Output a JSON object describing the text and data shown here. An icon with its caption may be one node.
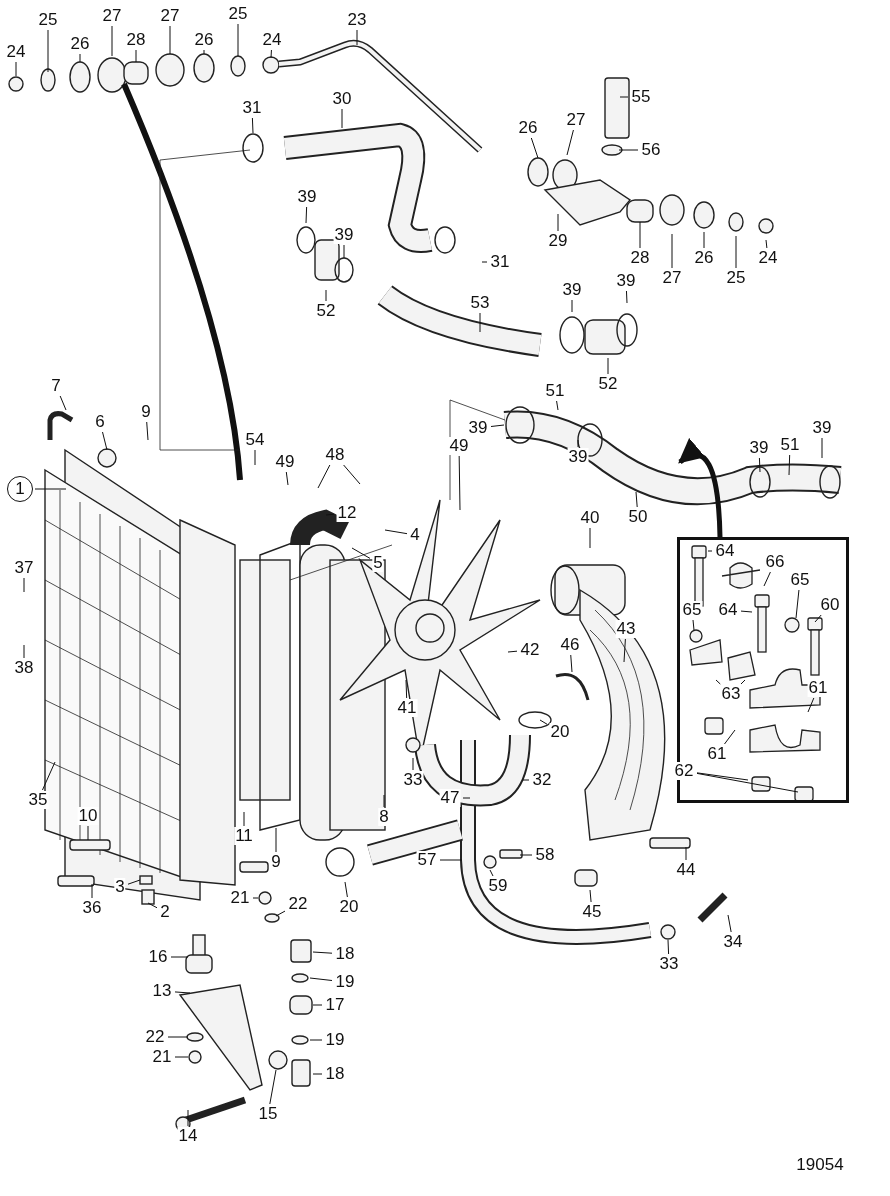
{
  "diagram": {
    "nodes": [
      {
        "text": [],
        "shape": "box"
      },
      {
        "text": [
          "25"
        ]
      },
      {
        "text": [
          "27"
        ]
      },
      {
        "text": [
          "24"
        ]
      },
      {
        "text": [
          "26"
        ]
      },
      {
        "text": [
          "28"
        ]
      },
      {
        "text": [
          "27"
        ]
      },
      {
        "text": [
          "25"
        ]
      },
      {
        "text": [
          "26"
        ]
      },
      {
        "text": [
          "24"
        ]
      },
      {
        "text": [
          "23"
        ]
      },
      {
        "text": [
          "55"
        ]
      },
      {
        "text": [
          "31"
        ]
      },
      {
        "text": [
          "30"
        ]
      },
      {
        "text": [
          "26"
        ]
      },
      {
        "text": [
          "27"
        ]
      },
      {
        "text": [
          "56"
        ]
      },
      {
        "text": [
          "39"
        ]
      },
      {
        "text": [
          "39"
        ]
      },
      {
        "text": [
          "29"
        ]
      },
      {
        "text": [
          "28"
        ]
      },
      {
        "text": [
          "26"
        ]
      },
      {
        "text": [
          "27"
        ]
      },
      {
        "text": [
          "31"
        ]
      },
      {
        "text": [
          "25"
        ]
      },
      {
        "text": [
          "24"
        ]
      },
      {
        "text": [
          "52"
        ]
      },
      {
        "text": [
          "53"
        ]
      },
      {
        "text": [
          "39"
        ]
      },
      {
        "text": [
          "39"
        ]
      },
      {
        "text": [
          "52"
        ]
      },
      {
        "text": [
          "7"
        ]
      },
      {
        "text": [
          "51"
        ]
      },
      {
        "text": [
          "9"
        ]
      },
      {
        "text": [
          "6"
        ]
      },
      {
        "text": [
          "39"
        ]
      },
      {
        "text": [
          "39"
        ]
      },
      {
        "text": [
          "39"
        ]
      },
      {
        "text": [
          "51"
        ]
      },
      {
        "text": [
          "39"
        ]
      },
      {
        "text": [
          "1"
        ]
      },
      {
        "text": [
          "54"
        ]
      },
      {
        "text": [
          "49"
        ]
      },
      {
        "text": [
          "48"
        ]
      },
      {
        "text": [
          "49"
        ]
      },
      {
        "text": [
          "12"
        ]
      },
      {
        "text": [
          "4"
        ]
      },
      {
        "text": [
          "50"
        ]
      },
      {
        "text": [
          "40"
        ]
      },
      {
        "text": [
          "64"
        ],
        "in": 0
      },
      {
        "text": [
          "66"
        ],
        "in": 0
      },
      {
        "text": [
          "5"
        ]
      },
      {
        "text": [
          "65"
        ],
        "in": 0
      },
      {
        "text": [
          "65"
        ],
        "in": 0
      },
      {
        "text": [
          "64"
        ],
        "in": 0
      },
      {
        "text": [
          "60"
        ],
        "in": 0
      },
      {
        "text": [
          "37"
        ]
      },
      {
        "text": [
          "38"
        ]
      },
      {
        "text": [
          "43"
        ]
      },
      {
        "text": [
          "46"
        ]
      },
      {
        "text": [
          "42"
        ]
      },
      {
        "text": [
          "63"
        ],
        "in": 0
      },
      {
        "text": [
          "61"
        ],
        "in": 0
      },
      {
        "text": [
          "41"
        ]
      },
      {
        "text": [
          "20"
        ]
      },
      {
        "text": [
          "61"
        ],
        "in": 0
      },
      {
        "text": [
          "62"
        ],
        "in": 0
      },
      {
        "text": [
          "35"
        ]
      },
      {
        "text": [
          "33"
        ]
      },
      {
        "text": [
          "32"
        ]
      },
      {
        "text": [
          "47"
        ]
      },
      {
        "text": [
          "8"
        ]
      },
      {
        "text": [
          "10"
        ]
      },
      {
        "text": [
          "11"
        ]
      },
      {
        "text": [
          "9"
        ]
      },
      {
        "text": [
          "57"
        ]
      },
      {
        "text": [
          "58"
        ]
      },
      {
        "text": [
          "44"
        ]
      },
      {
        "text": [
          "3"
        ]
      },
      {
        "text": [
          "36"
        ]
      },
      {
        "text": [
          "20"
        ]
      },
      {
        "text": [
          "59"
        ]
      },
      {
        "text": [
          "2"
        ]
      },
      {
        "text": [
          "21"
        ]
      },
      {
        "text": [
          "22"
        ]
      },
      {
        "text": [
          "45"
        ]
      },
      {
        "text": [
          "18"
        ]
      },
      {
        "text": [
          "16"
        ]
      },
      {
        "text": [
          "19"
        ]
      },
      {
        "text": [
          "33"
        ]
      },
      {
        "text": [
          "34"
        ]
      },
      {
        "text": [
          "13"
        ]
      },
      {
        "text": [
          "17"
        ]
      },
      {
        "text": [
          "22"
        ]
      },
      {
        "text": [
          "19"
        ]
      },
      {
        "text": [
          "21"
        ]
      },
      {
        "text": [
          "18"
        ]
      },
      {
        "text": [
          "15"
        ]
      },
      {
        "text": [
          "14"
        ]
      }
    ],
    "edges": [
      {
        "from": 1,
        "to": null,
        "arrow": "none"
      },
      {
        "from": 2,
        "to": null,
        "arrow": "none"
      },
      {
        "from": 3,
        "to": null,
        "arrow": "none"
      },
      {
        "from": 4,
        "to": null,
        "arrow": "none"
      },
      {
        "from": 5,
        "to": null,
        "arrow": "none"
      },
      {
        "from": 6,
        "to": null,
        "arrow": "none"
      },
      {
        "from": 7,
        "to": null,
        "arrow": "none"
      },
      {
        "from": 8,
        "to": null,
        "arrow": "none"
      },
      {
        "from": 9,
        "to": null,
        "arrow": "none"
      },
      {
        "from": 10,
        "to": null,
        "arrow": "none"
      },
      {
        "from": 11,
        "to": null,
        "arrow": "none"
      },
      {
        "from": 12,
        "to": null,
        "arrow": "none"
      },
      {
        "from": 13,
        "to": null,
        "arrow": "none"
      },
      {
        "from": 14,
        "to": null,
        "arrow": "none"
      },
      {
        "from": 15,
        "to": null,
        "arrow": "none"
      },
      {
        "from": 16,
        "to": null,
        "arrow": "none"
      },
      {
        "from": 17,
        "to": null,
        "arrow": "none"
      },
      {
        "from": 18,
        "to": null,
        "arrow": "none"
      },
      {
        "from": 19,
        "to": null,
        "arrow": "none"
      },
      {
        "from": 20,
        "to": null,
        "arrow": "none"
      },
      {
        "from": 21,
        "to": null,
        "arrow": "none"
      },
      {
        "from": 22,
        "to": null,
        "arrow": "none"
      },
      {
        "from": 23,
        "to": null,
        "arrow": "none"
      },
      {
        "from": 24,
        "to": null,
        "arrow": "none"
      },
      {
        "from": 25,
        "to": null,
        "arrow": "none"
      },
      {
        "from": 26,
        "to": null,
        "arrow": "none"
      },
      {
        "from": 27,
        "to": null,
        "arrow": "none"
      },
      {
        "from": 28,
        "to": null,
        "arrow": "none"
      },
      {
        "from": 29,
        "to": null,
        "arrow": "none"
      },
      {
        "from": 30,
        "to": null,
        "arrow": "none"
      },
      {
        "from": 31,
        "to": null,
        "arrow": "none"
      },
      {
        "from": 32,
        "to": null,
        "arrow": "none"
      },
      {
        "from": 33,
        "to": null,
        "arrow": "none"
      },
      {
        "from": 34,
        "to": null,
        "arrow": "none"
      },
      {
        "from": 35,
        "to": null,
        "arrow": "none"
      },
      {
        "from": 36,
        "to": null,
        "arrow": "none"
      },
      {
        "from": 37,
        "to": null,
        "arrow": "none"
      },
      {
        "from": 38,
        "to": null,
        "arrow": "none"
      },
      {
        "from": 39,
        "to": null,
        "arrow": "none"
      },
      {
        "from": 40,
        "to": null,
        "arrow": "none"
      },
      {
        "from": 41,
        "to": null,
        "arrow": "none"
      },
      {
        "from": 42,
        "to": null,
        "arrow": "none"
      },
      {
        "from": 43,
        "to": null,
        "arrow": "none"
      },
      {
        "from": 43,
        "to": null,
        "arrow": "none"
      },
      {
        "from": 44,
        "to": null,
        "arrow": "none"
      },
      {
        "from": 45,
        "to": null,
        "arrow": "none"
      },
      {
        "from": 46,
        "to": null,
        "arrow": "none"
      },
      {
        "from": 47,
        "to": null,
        "arrow": "none"
      },
      {
        "from": 48,
        "to": null,
        "arrow": "none"
      },
      {
        "from": 49,
        "to": null,
        "arrow": "none"
      },
      {
        "from": 50,
        "to": null,
        "arrow": "none"
      },
      {
        "from": 51,
        "to": null,
        "arrow": "none"
      },
      {
        "from": 52,
        "to": null,
        "arrow": "none"
      },
      {
        "from": 53,
        "to": null,
        "arrow": "none"
      },
      {
        "from": 54,
        "to": null,
        "arrow": "none"
      },
      {
        "from": 55,
        "to": null,
        "arrow": "none"
      },
      {
        "from": 56,
        "to": null,
        "arrow": "none"
      },
      {
        "from": 57,
        "to": null,
        "arrow": "none"
      },
      {
        "from": 58,
        "to": null,
        "arrow": "none"
      },
      {
        "from": 59,
        "to": null,
        "arrow": "none"
      },
      {
        "from": 60,
        "to": null,
        "arrow": "none"
      },
      {
        "from": 61,
        "to": null,
        "arrow": "none"
      },
      {
        "from": 61,
        "to": null,
        "arrow": "none"
      },
      {
        "from": 62,
        "to": null,
        "arrow": "none"
      },
      {
        "from": 63,
        "to": null,
        "arrow": "none"
      },
      {
        "from": 64,
        "to": null,
        "arrow": "none"
      },
      {
        "from": 65,
        "to": null,
        "arrow": "none"
      },
      {
        "from": 66,
        "to": null,
        "arrow": "none"
      },
      {
        "from": 66,
        "to": null,
        "arrow": "none"
      },
      {
        "from": 67,
        "to": null,
        "arrow": "none"
      },
      {
        "from": 68,
        "to": null,
        "arrow": "none"
      },
      {
        "from": 69,
        "to": null,
        "arrow": "none"
      },
      {
        "from": 70,
        "to": null,
        "arrow": "none"
      },
      {
        "from": 71,
        "to": null,
        "arrow": "none"
      },
      {
        "from": 72,
        "to": null,
        "arrow": "none"
      },
      {
        "from": 73,
        "to": null,
        "arrow": "none"
      },
      {
        "from": 74,
        "to": null,
        "arrow": "none"
      },
      {
        "from": 75,
        "to": null,
        "arrow": "none"
      },
      {
        "from": 76,
        "to": null,
        "arrow": "none"
      },
      {
        "from": 77,
        "to": null,
        "arrow": "none"
      },
      {
        "from": 78,
        "to": null,
        "arrow": "none"
      },
      {
        "from": 79,
        "to": null,
        "arrow": "none"
      },
      {
        "from": 80,
        "to": null,
        "arrow": "none"
      },
      {
        "from": 81,
        "to": null,
        "arrow": "none"
      },
      {
        "from": 82,
        "to": null,
        "arrow": "none"
      },
      {
        "from": 83,
        "to": null,
        "arrow": "none"
      },
      {
        "from": 84,
        "to": null,
        "arrow": "none"
      },
      {
        "from": 85,
        "to": null,
        "arrow": "none"
      },
      {
        "from": 86,
        "to": null,
        "arrow": "none"
      },
      {
        "from": 87,
        "to": null,
        "arrow": "none"
      },
      {
        "from": 88,
        "to": null,
        "arrow": "none"
      },
      {
        "from": 89,
        "to": null,
        "arrow": "none"
      },
      {
        "from": 90,
        "to": null,
        "arrow": "none"
      },
      {
        "from": 91,
        "to": null,
        "arrow": "none"
      },
      {
        "from": 92,
        "to": null,
        "arrow": "none"
      },
      {
        "from": 93,
        "to": null,
        "arrow": "none"
      },
      {
        "from": 94,
        "to": null,
        "arrow": "none"
      },
      {
        "from": 95,
        "to": null,
        "arrow": "none"
      },
      {
        "from": 96,
        "to": null,
        "arrow": "none"
      },
      {
        "from": 97,
        "to": null,
        "arrow": "none"
      },
      {
        "from": 98,
        "to": null,
        "arrow": "none"
      },
      {
        "from": 0,
        "to": null,
        "arrow": "to",
        "style": "thick"
      }
    ],
    "labels": [
      "19054"
    ]
  }
}
